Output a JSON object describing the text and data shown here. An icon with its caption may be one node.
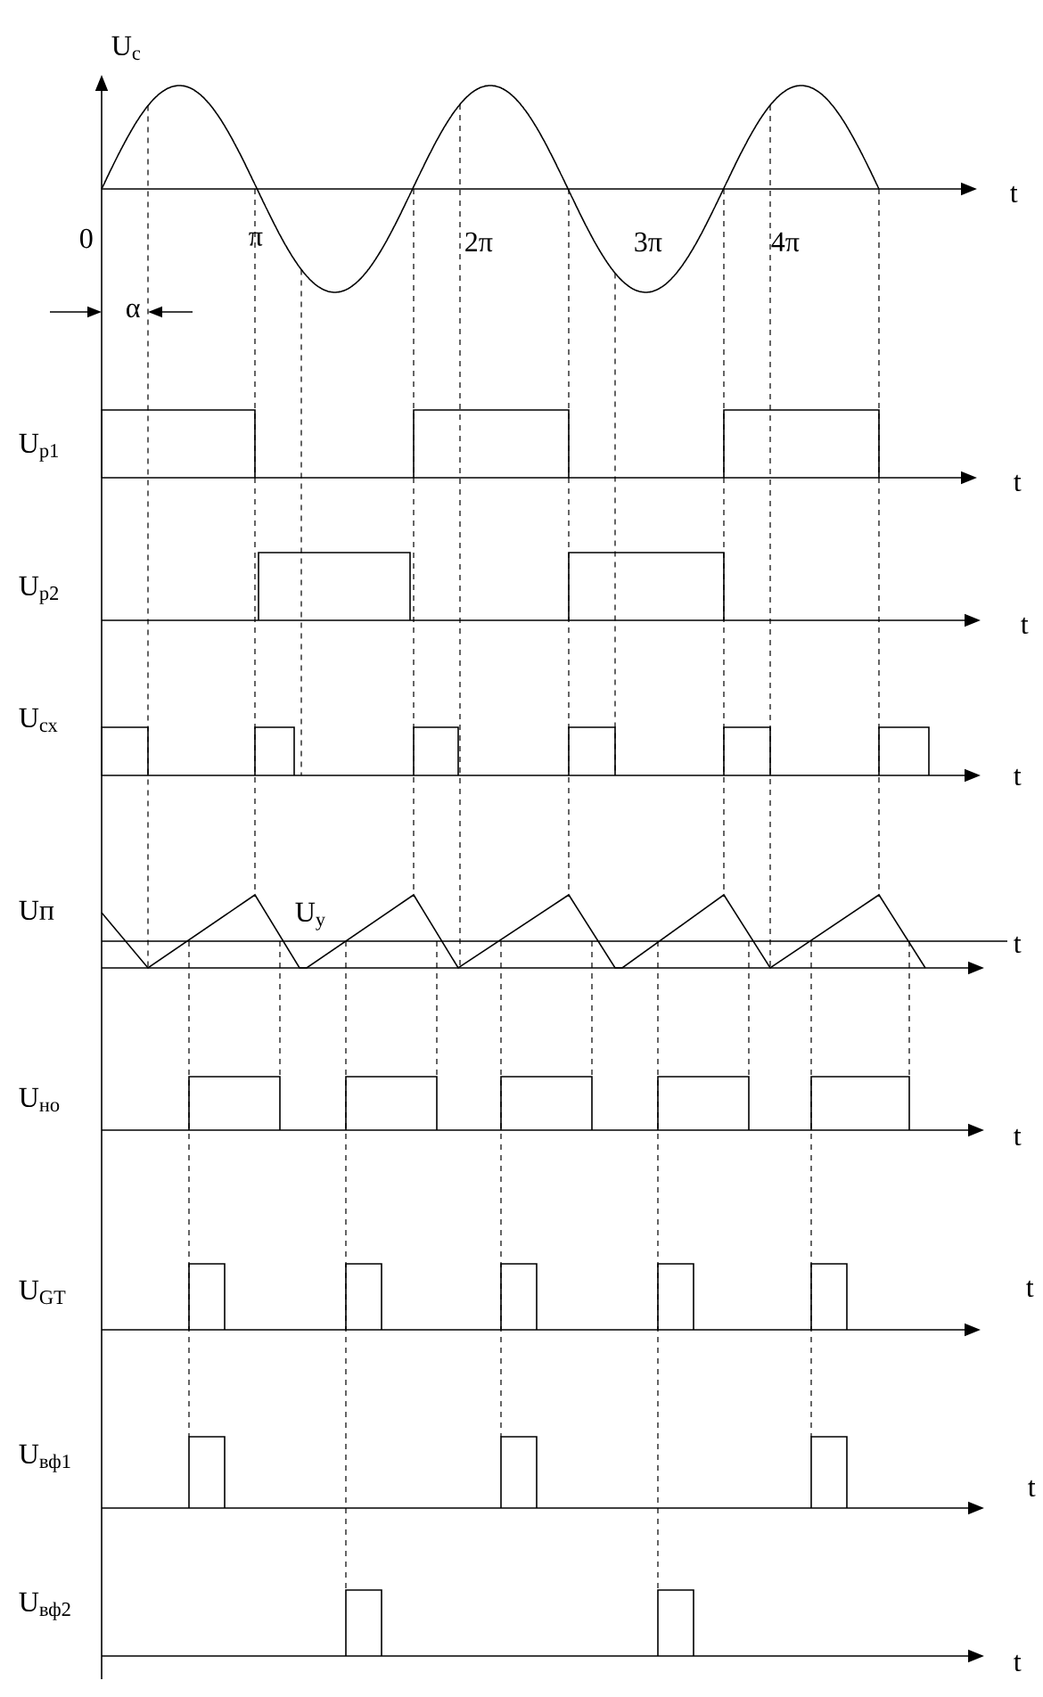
{
  "diagram": {
    "labels": [
      "U$_{с}$",
      "t",
      "0",
      "π",
      "2π",
      "3π",
      "4π",
      "α",
      "U$_{р1}$",
      "t",
      "U$_{р2}$",
      "t",
      "U$_{сх}$",
      "t",
      "Uп",
      "U$_{y}$",
      "t",
      "U$_{но}$",
      "t",
      "U$_{GT}$",
      "t",
      "U$_{вф1}$",
      "t",
      "U$_{вф2}$",
      "t"
    ]
  }
}
